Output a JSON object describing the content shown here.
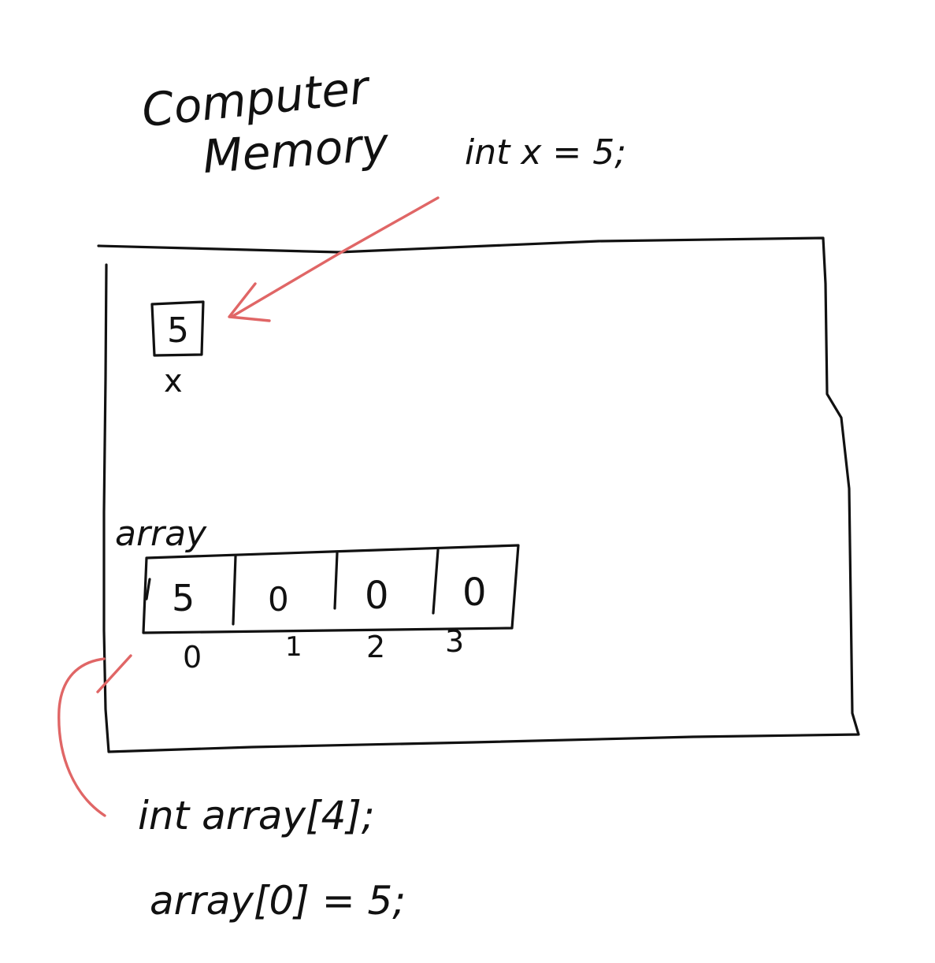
{
  "title": {
    "line1": "Computer",
    "line2": "Memory"
  },
  "code": {
    "declare_x": "int x = 5;",
    "declare_array": "int array[4];",
    "assign_array": "array[0] = 5;"
  },
  "variable_x": {
    "value": "5",
    "name": "x"
  },
  "array_block": {
    "name": "array",
    "cells": [
      "5",
      "0",
      "0",
      "0"
    ],
    "indices": [
      "0",
      "1",
      "2",
      "3"
    ]
  },
  "colors": {
    "ink": "#111111",
    "arrow": "#e06666",
    "background": "#ffffff"
  },
  "icons": {
    "arrow_to_x": "curved-arrow-icon",
    "arrow_to_array": "curved-arrow-icon"
  }
}
